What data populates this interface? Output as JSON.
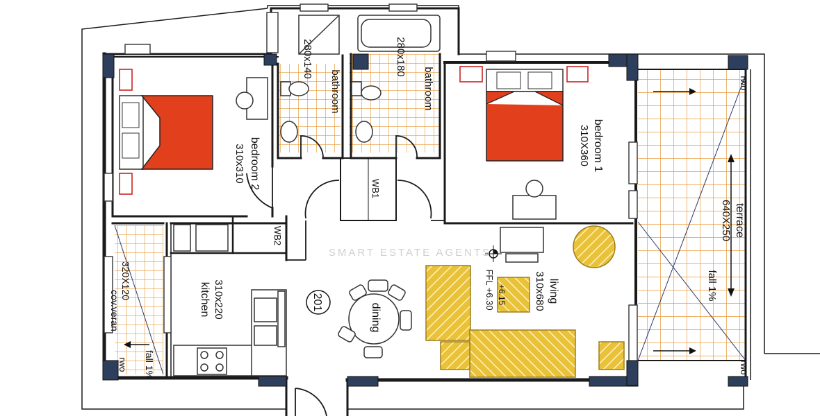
{
  "plan": {
    "unit_number": "201",
    "watermark": "SMART ESTATE AGENTS",
    "ffl_label": "FFL +6.30",
    "ffl_small": "+6.15",
    "colors": {
      "wall": "#1a1a1a",
      "column": "#2d3f5c",
      "bed": "#e2401c",
      "wood": "#e9c23a",
      "wood_stroke": "#a07d1a",
      "tile_line": "#e89a3c",
      "window": "#444444",
      "accent_box": "#cc2222"
    },
    "rooms": {
      "bedroom2": {
        "name": "bedroom 2",
        "size": "310x310"
      },
      "bathroom_left": {
        "name": "bathroom",
        "size": "280x140"
      },
      "bathroom_right": {
        "name": "bathroom",
        "size": "280x180"
      },
      "bedroom1": {
        "name": "bedroom 1",
        "size": "310X360"
      },
      "terrace": {
        "name": "terrace",
        "size": "640X250",
        "fall": "fall 1%"
      },
      "cov_veranda": {
        "name": "cov.veran",
        "size": "320X120",
        "fall": "fall 1%"
      },
      "kitchen": {
        "name": "kitchen",
        "size": "310x220"
      },
      "dining": {
        "name": "dining"
      },
      "living": {
        "name": "living",
        "size": "310x680"
      }
    },
    "fixtures": {
      "wb1": "WB1",
      "wb2": "WB2",
      "rwo_top": "rwo",
      "rwo_bottom": "rwo",
      "rwo_left": "rwo"
    }
  }
}
